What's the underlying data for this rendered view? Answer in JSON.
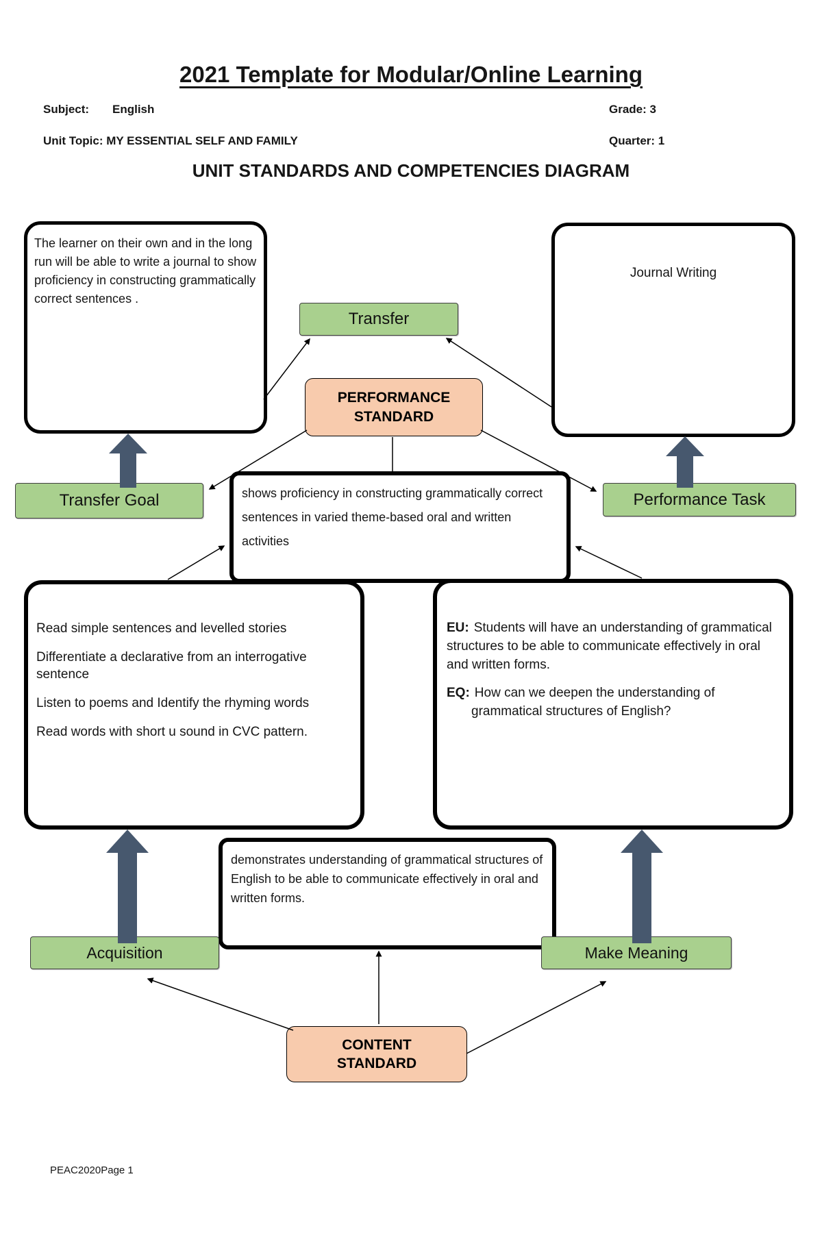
{
  "page": {
    "title": "2021 Template for Modular/Online Learning",
    "subject_label": "Subject:",
    "subject_value": "English",
    "grade_label": "Grade: 3",
    "unit_topic_label": "Unit Topic: MY ESSENTIAL SELF AND FAMILY",
    "quarter_label": "Quarter: 1",
    "diagram_heading": "UNIT STANDARDS AND COMPETENCIES DIAGRAM",
    "footer": "PEAC2020Page 1"
  },
  "diagram": {
    "transfer_goal_description": "The learner on their own and in the long run  will be able to write a journal to show proficiency in constructing grammatically correct sentences .",
    "performance_task_description": "Journal Writing",
    "transfer_label": "Transfer",
    "performance_standard_label": "PERFORMANCE STANDARD",
    "performance_standard_text": "shows proficiency in constructing grammatically correct sentences in varied theme-based oral and written activities",
    "transfer_goal_label": "Transfer Goal",
    "performance_task_label": "Performance Task",
    "acquisition_items": [
      "Read simple sentences and levelled stories",
      "Differentiate a declarative from an interrogative sentence",
      "Listen to poems and Identify the rhyming words",
      "Read words with short u sound in CVC pattern."
    ],
    "eu_label": "EU:",
    "eu_text": "Students will have an understanding of grammatical structures to be able to communicate effectively in oral and written forms.",
    "eq_label": "EQ:",
    "eq_text": "How can we deepen  the understanding of grammatical structures of English?",
    "content_standard_text": "demonstrates understanding of grammatical structures of English to be able to communicate effectively in oral and written forms.",
    "acquisition_label": "Acquisition",
    "make_meaning_label": "Make Meaning",
    "content_standard_label": "CONTENT STANDARD"
  },
  "colors": {
    "green_box": "#A9D08E",
    "peach_box": "#F8CBAD",
    "block_arrow": "#47586E",
    "line": "#000000"
  }
}
